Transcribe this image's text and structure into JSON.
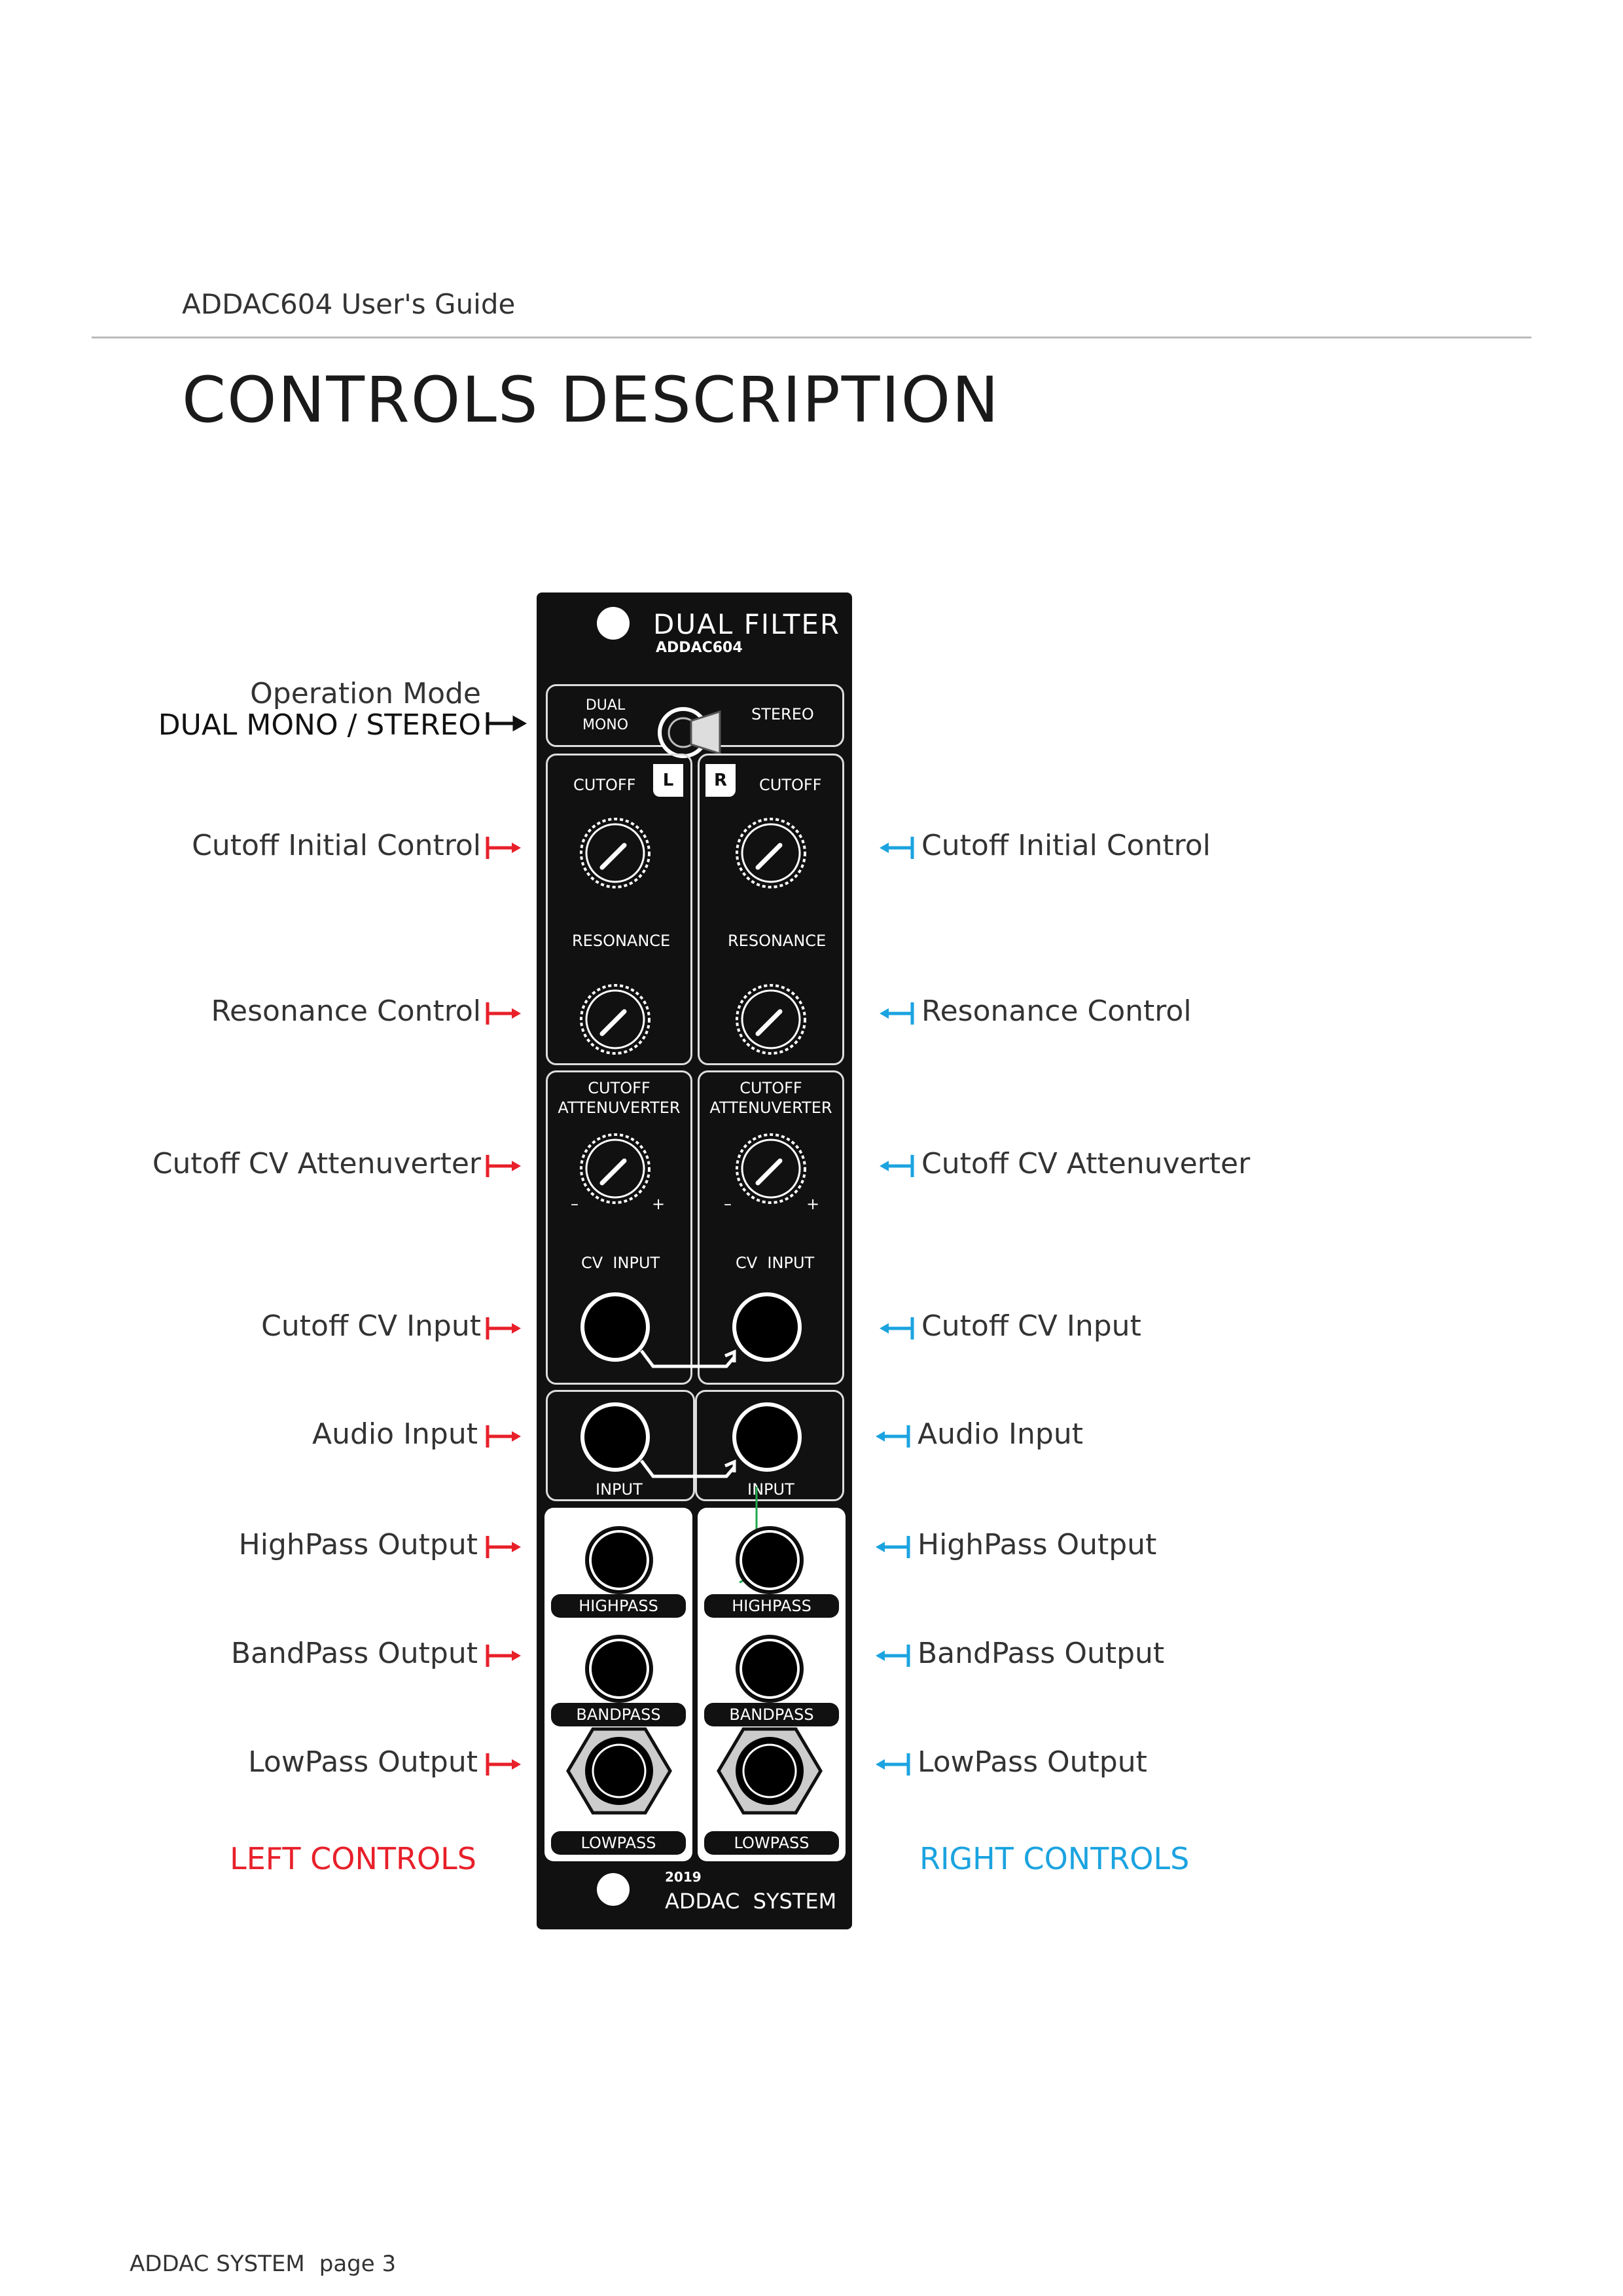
{
  "header": {
    "doc_title": "ADDAC604 User's Guide",
    "page_title": "CONTROLS DESCRIPTION"
  },
  "footer": {
    "brand": "ADDAC SYSTEM",
    "page": "page 3"
  },
  "operation_mode": {
    "title": "Operation Mode",
    "value": "DUAL MONO / STEREO"
  },
  "left_labels": [
    "Cutoff Initial Control",
    "Resonance Control",
    "Cutoff CV Attenuverter",
    "Cutoff CV Input",
    "Audio Input",
    "HighPass Output",
    "BandPass Output",
    "LowPass Output"
  ],
  "right_labels": [
    "Cutoff Initial Control",
    "Resonance Control",
    "Cutoff CV Attenuverter",
    "Cutoff CV Input",
    "Audio Input",
    "HighPass Output",
    "BandPass Output",
    "LowPass Output"
  ],
  "sections": {
    "left": "LEFT CONTROLS",
    "right": "RIGHT CONTROLS"
  },
  "colors": {
    "left": "#e8202a",
    "right": "#1ba3e0",
    "panel": "#111111"
  },
  "panel": {
    "name": "DUAL FILTER",
    "model": "ADDAC604",
    "switch_left": "DUAL\nMONO",
    "switch_right": "STEREO",
    "channel_l": "L",
    "channel_r": "R",
    "cutoff": "CUTOFF",
    "resonance": "RESONANCE",
    "attenuverter": "CUTOFF\nATTENUVERTER",
    "minus": "–",
    "plus": "+",
    "cv_input": "CV  INPUT",
    "input": "INPUT",
    "highpass": "HIGHPASS",
    "bandpass": "BANDPASS",
    "lowpass": "LOWPASS",
    "year": "2019",
    "brand": "ADDAC  SYSTEM"
  }
}
